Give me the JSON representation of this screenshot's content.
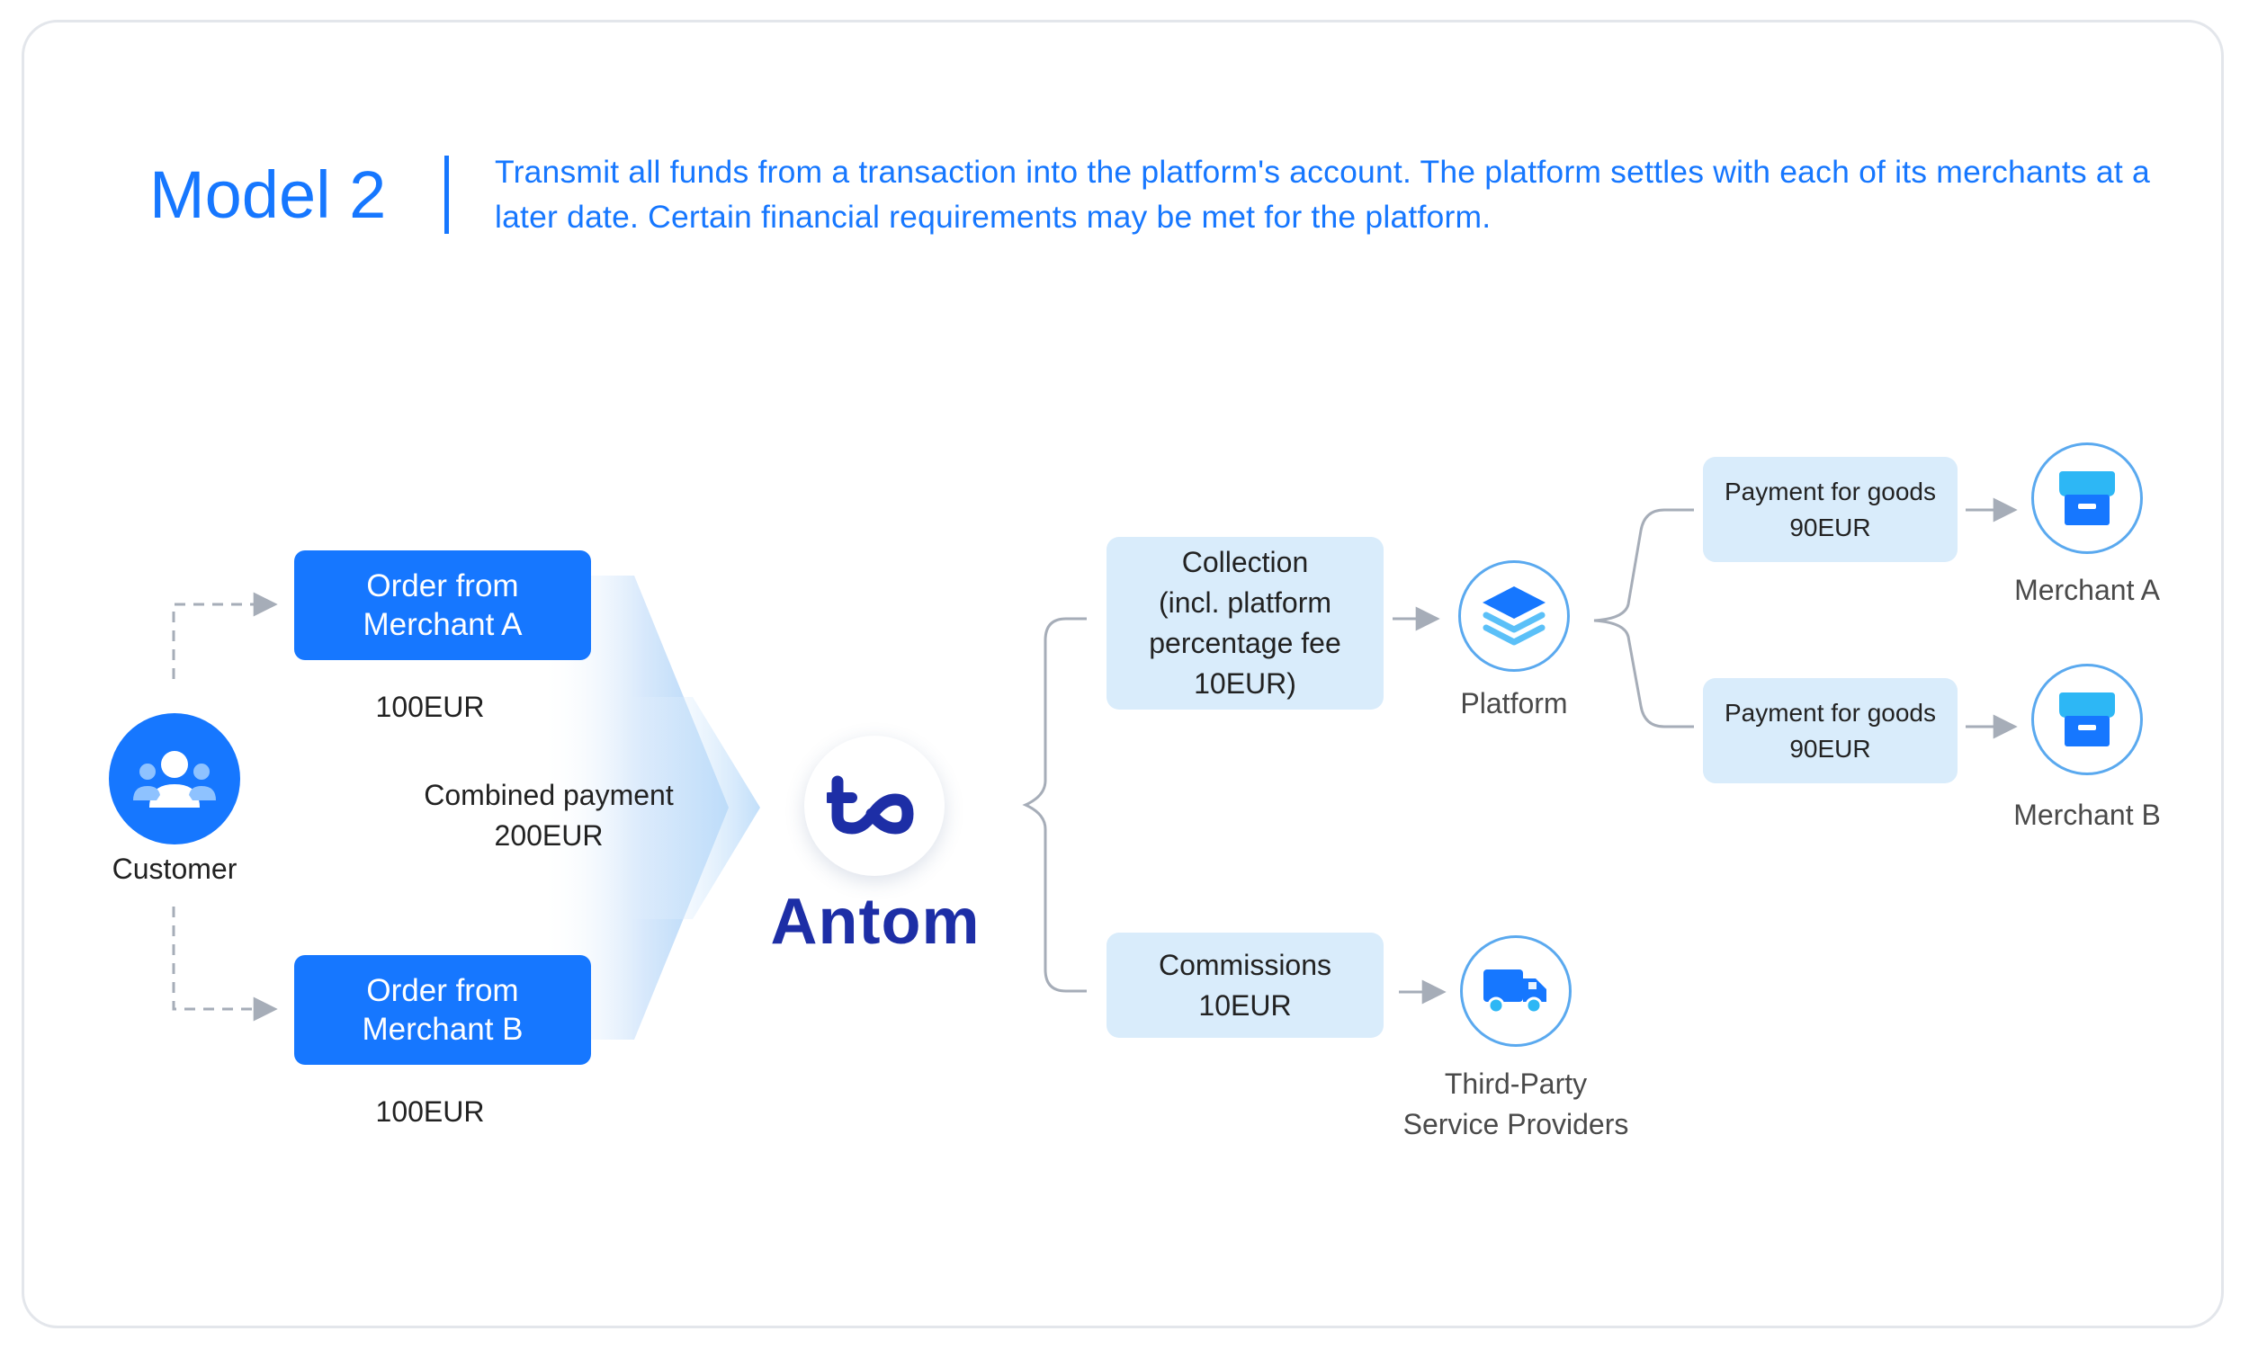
{
  "header": {
    "title": "Model 2",
    "description": "Transmit all funds from a transaction into the platform's account. The platform settles with each of its merchants at a later date. Certain financial requirements may be met for the platform."
  },
  "customer": {
    "label": "Customer",
    "icon": "users-icon"
  },
  "orders": [
    {
      "label_line1": "Order from",
      "label_line2": "Merchant A",
      "amount": "100EUR"
    },
    {
      "label_line1": "Order from",
      "label_line2": "Merchant B",
      "amount": "100EUR"
    }
  ],
  "combined": {
    "line1": "Combined payment",
    "line2": "200EUR"
  },
  "antom": {
    "wordmark": "Antom",
    "logo": "antom-logo-icon"
  },
  "collection": {
    "line1": "Collection",
    "line2": "(incl. platform",
    "line3": "percentage fee",
    "line4": "10EUR)"
  },
  "platform": {
    "label": "Platform",
    "icon": "layers-icon"
  },
  "goods": [
    {
      "line1": "Payment for goods",
      "line2": "90EUR",
      "merchant": "Merchant A",
      "icon": "store-icon"
    },
    {
      "line1": "Payment for goods",
      "line2": "90EUR",
      "merchant": "Merchant B",
      "icon": "store-icon"
    }
  ],
  "commissions": {
    "line1": "Commissions",
    "line2": "10EUR"
  },
  "providers": {
    "line1": "Third-Party",
    "line2": "Service Providers",
    "icon": "truck-icon"
  },
  "colors": {
    "accent": "#1677ff",
    "light_box": "#d9ecfb",
    "logo_navy": "#1d2ea6",
    "connector": "#a6adb8"
  }
}
